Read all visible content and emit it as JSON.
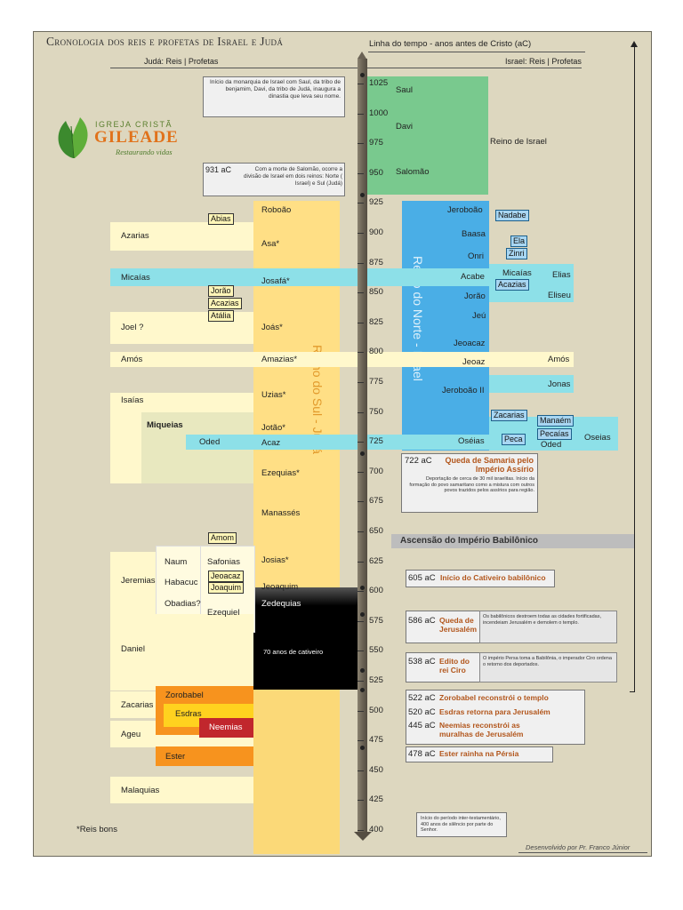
{
  "title": "Cronologia dos reis e profetas de Israel e Judá",
  "timeline_label": "Linha do tempo - anos antes de Cristo (aC)",
  "juda_header": "Judá: Reis | Profetas",
  "israel_header": "Israel: Reis | Profetas",
  "logo": {
    "line1": "Igreja Cristã",
    "line2": "Gileade",
    "tagline": "Restaurando vidas"
  },
  "notes": {
    "monarchy": "Início da monarquia de Israel com Saul, da tribo de benjamim, Davi, da tribo de Judá, inaugura a dinastia que leva seu nome.",
    "split_year": "931 aC",
    "split": "Com a morte de Salomão, ocorre a divisão de Israel em dois reinos: Norte ( Israel) e Sul (Judá)"
  },
  "years": [
    "1025",
    "1000",
    "975",
    "950",
    "925",
    "900",
    "875",
    "850",
    "825",
    "800",
    "775",
    "750",
    "725",
    "700",
    "675",
    "650",
    "625",
    "600",
    "575",
    "550",
    "525",
    "500",
    "475",
    "450",
    "425",
    "400"
  ],
  "united_kings": [
    "Saul",
    "Davi",
    "Salomão"
  ],
  "reino_israel": "Reino de Israel",
  "reino_sul": "Reino do Sul - Judá",
  "reino_norte": "Reino do Norte - Israel",
  "judah_kings": {
    "roboao": "Roboão",
    "abias": "Abias",
    "asa": "Asa*",
    "josafa": "Josafá*",
    "jorao": "Jorão",
    "acazias": "Acazias",
    "atalia": "Atália",
    "joas": "Joás*",
    "amazias": "Amazias*",
    "uzias": "Uzias*",
    "jotao": "Jotão*",
    "acaz": "Acaz",
    "ezequias": "Ezequias*",
    "manasses": "Manassés",
    "amom": "Amom",
    "josias": "Josias*",
    "jeoacaz": "Jeoacaz",
    "joaquim": "Joaquim",
    "jeoaquim": "Jeoaquim",
    "zedequias": "Zedequias"
  },
  "cativeiro": "70 anos de cativeiro",
  "judah_prophets": {
    "azarias": "Azarias",
    "micaias": "Micaías",
    "joel": "Joel ?",
    "amos": "Amós",
    "isaias": "Isaías",
    "miqueias": "Miqueias",
    "oded": "Oded",
    "jeremias": "Jeremias",
    "naum": "Naum",
    "habacuc": "Habacuc",
    "obadias": "Obadias?",
    "safonias": "Safonias",
    "ezequiel": "Ezequiel",
    "daniel": "Daniel",
    "zacarias": "Zacarias",
    "ageu": "Ageu",
    "malaquias": "Malaquias",
    "zorobabel": "Zorobabel",
    "esdras": "Esdras",
    "neemias": "Neemias",
    "ester": "Ester"
  },
  "israel_kings": {
    "jeroboao": "Jeroboão",
    "nadabe": "Nadabe",
    "baasa": "Baasa",
    "ela": "Ela",
    "onri": "Onri",
    "zinri": "Zinri",
    "acabe": "Acabe",
    "acazias": "Acazias",
    "jorao": "Jorão",
    "jeu": "Jeú",
    "jeoacaz": "Jeoacaz",
    "jeoaz": "Jeoaz",
    "jeroboao2": "Jeroboão II",
    "zacarias": "Zacarias",
    "manaem": "Manaém",
    "pecaias": "Pecaías",
    "peca": "Peca",
    "oseias": "Oséias"
  },
  "israel_prophets": {
    "micaias": "Micaías",
    "elias": "Elias",
    "eliseu": "Eliseu",
    "amos": "Amós",
    "jonas": "Jonas",
    "oseias": "Oseias",
    "oded": "Oded"
  },
  "events": {
    "samaria_year": "722 aC",
    "samaria": "Queda de Samaria pelo Império Assírio",
    "samaria_desc": "Deportação de cerca de 30 mil israelitas. Início da formação do povo samaritano como a mistura com outros povos trazidos pelos assírios para região.",
    "babilonia": "Ascensão do Império Babilônico",
    "y605": "605 aC",
    "e605": "Início do Cativeiro babilônico",
    "y586": "586 aC",
    "e586": "Queda de Jerusalém",
    "d586": "Os babilônicos destroem todas as cidades fortificadas, incendeiam Jerusalém e demolem o templo.",
    "y538": "538 aC",
    "e538": "Edito do rei Ciro",
    "d538": "O império Persa toma a Babilônia, o imperador Ciro ordena o retorno dos deportados.",
    "y522": "522 aC",
    "e522": "Zorobabel reconstrói o templo",
    "y520": "520 aC",
    "e520": "Esdras retorna para Jerusalém",
    "y445": "445 aC",
    "e445": "Neemias reconstrói as muralhas de Jerusalém",
    "y478": "478 aC",
    "e478": "Ester rainha na Pérsia",
    "inter": "Início do período inter-testamentário, 400 anos de silêncio por parte do Senhor."
  },
  "footnote": "*Reis bons",
  "credit": "Desenvolvido por Pr. Franco Júnior",
  "colors": {
    "background": "#ddd7bf",
    "united": "#79c98e",
    "judah": "#ffdd80",
    "israel": "#4aaee6",
    "prophet_cyan": "#8de0e8",
    "prophet_cream": "#fff8cc",
    "return_orange": "#f7931e",
    "neemias_red": "#c1272d",
    "timeline": "#6b6355"
  }
}
